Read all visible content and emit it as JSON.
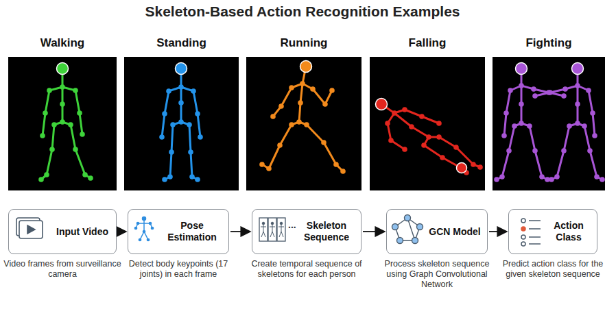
{
  "diagram": {
    "title": "Skeleton-Based Action Recognition Examples",
    "nodes": [
      {
        "text": [
          "Walking"
        ]
      },
      {
        "text": [
          "Standing"
        ]
      },
      {
        "text": [
          "Running"
        ]
      },
      {
        "text": [
          "Falling"
        ]
      },
      {
        "text": [
          "Fighting"
        ]
      },
      {
        "text": [
          "Input Video",
          "Video frames from surveillance camera"
        ]
      },
      {
        "text": [
          "Pose Estimation",
          "Detect body keypoints (17 joints) in each frame"
        ]
      },
      {
        "text": [
          "Skeleton Sequence",
          "Create temporal sequence of skeletons for each person"
        ]
      },
      {
        "text": [
          "GCN Model",
          "Process skeleton sequence using Graph Convolutional Network"
        ]
      },
      {
        "text": [
          "Action Class",
          "Predict action class for the given skeleton sequence"
        ]
      }
    ],
    "edges": [
      {
        "from": 5,
        "to": 6,
        "arrow": "to"
      },
      {
        "from": 6,
        "to": 7,
        "arrow": "to"
      },
      {
        "from": 7,
        "to": 8,
        "arrow": "to"
      },
      {
        "from": 8,
        "to": 9,
        "arrow": "to"
      }
    ],
    "labels": [
      "..."
    ]
  }
}
